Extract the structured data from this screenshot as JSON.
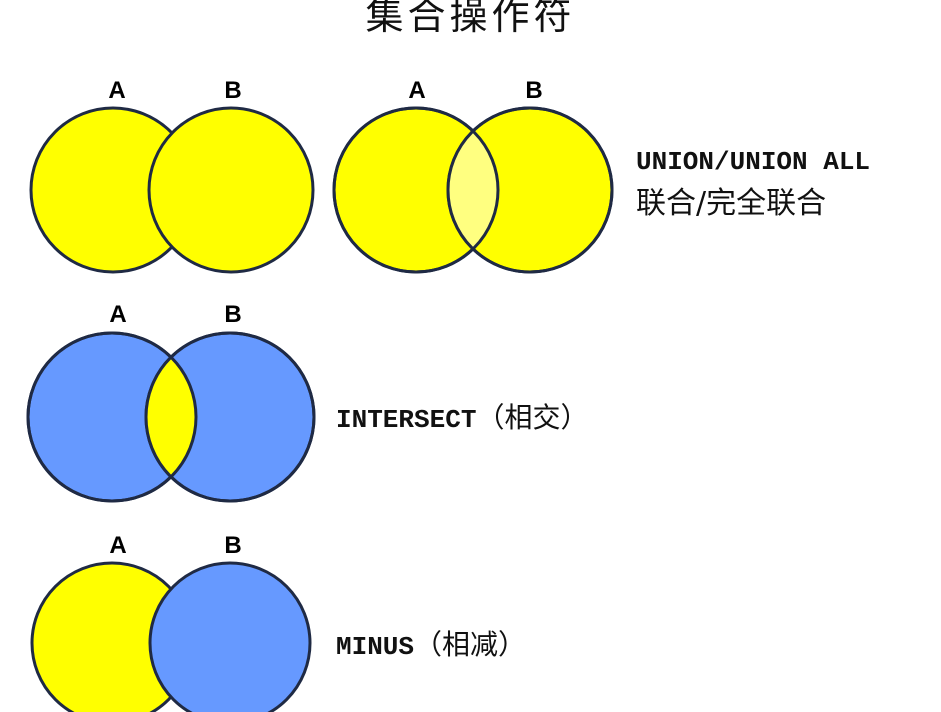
{
  "title": "集合操作符",
  "colors": {
    "yellow": "#FFFF00",
    "pale_yellow": "#FFFF80",
    "blue": "#6699FF",
    "stroke": "#1F2A44"
  },
  "diagrams": [
    {
      "name": "union-separate",
      "set_a_label": "A",
      "set_b_label": "B"
    },
    {
      "name": "union-all-overlap",
      "set_a_label": "A",
      "set_b_label": "B"
    },
    {
      "name": "intersect",
      "set_a_label": "A",
      "set_b_label": "B"
    },
    {
      "name": "minus",
      "set_a_label": "A",
      "set_b_label": "B"
    }
  ],
  "operators": {
    "union": {
      "keyword": "UNION/UNION ALL",
      "description": "联合/完全联合"
    },
    "intersect": {
      "keyword": "INTERSECT",
      "description": "（相交）"
    },
    "minus": {
      "keyword": "MINUS",
      "description": "（相减）"
    }
  }
}
